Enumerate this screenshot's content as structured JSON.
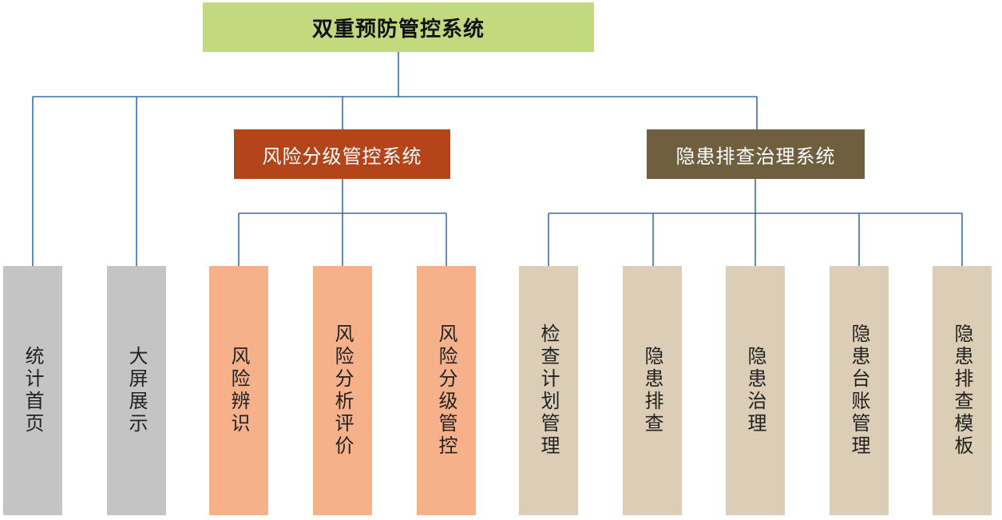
{
  "root": {
    "label": "双重预防管控系统"
  },
  "subsystems": {
    "risk": {
      "label": "风险分级管控系统"
    },
    "hazard": {
      "label": "隐患排查治理系统"
    }
  },
  "modules": {
    "stats_home": "统计首页",
    "big_screen": "大屏展示",
    "risk_identify": "风险辨识",
    "risk_evaluate": "风险分析评价",
    "risk_grading": "风险分级管控",
    "inspection_plan": "检查计划管理",
    "hazard_check": "隐患排查",
    "hazard_treat": "隐患治理",
    "hazard_ledger": "隐患台账管理",
    "hazard_template": "隐患排查模板"
  },
  "colors": {
    "root_fill": "#c3d97e",
    "risk_fill": "#b4441a",
    "hazard_fill": "#6f5f3f",
    "gray_leaf": "#c4c4c4",
    "orange_leaf": "#f6b08a",
    "beige_leaf": "#dccdb6",
    "connector": "#3a6ea5"
  }
}
